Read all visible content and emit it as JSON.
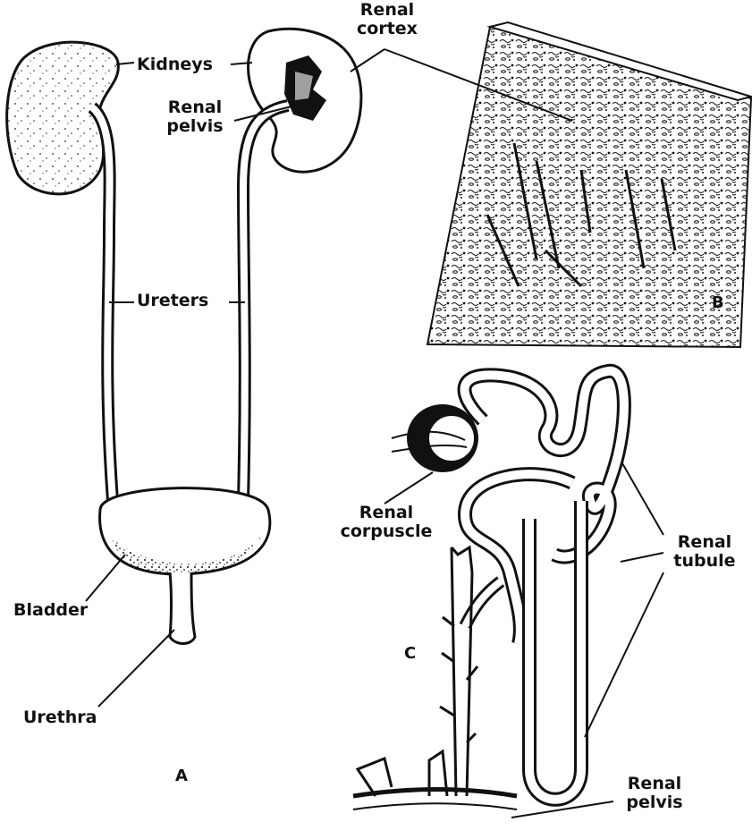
{
  "labels": {
    "renal_cortex": "Renal\ncortex",
    "kidneys": "Kidneys",
    "renal_pelvis_top": "Renal\npelvis",
    "ureters": "Ureters",
    "bladder": "Bladder",
    "urethra": "Urethra",
    "renal_corpuscle": "Renal\ncorpuscle",
    "renal_tubule": "Renal\ntubule",
    "renal_pelvis_bottom": "Renal\npelvis"
  },
  "panels": {
    "a": "A",
    "b": "B",
    "c": "C"
  },
  "colors": {
    "ink": "#111111",
    "paper": "#ffffff"
  }
}
